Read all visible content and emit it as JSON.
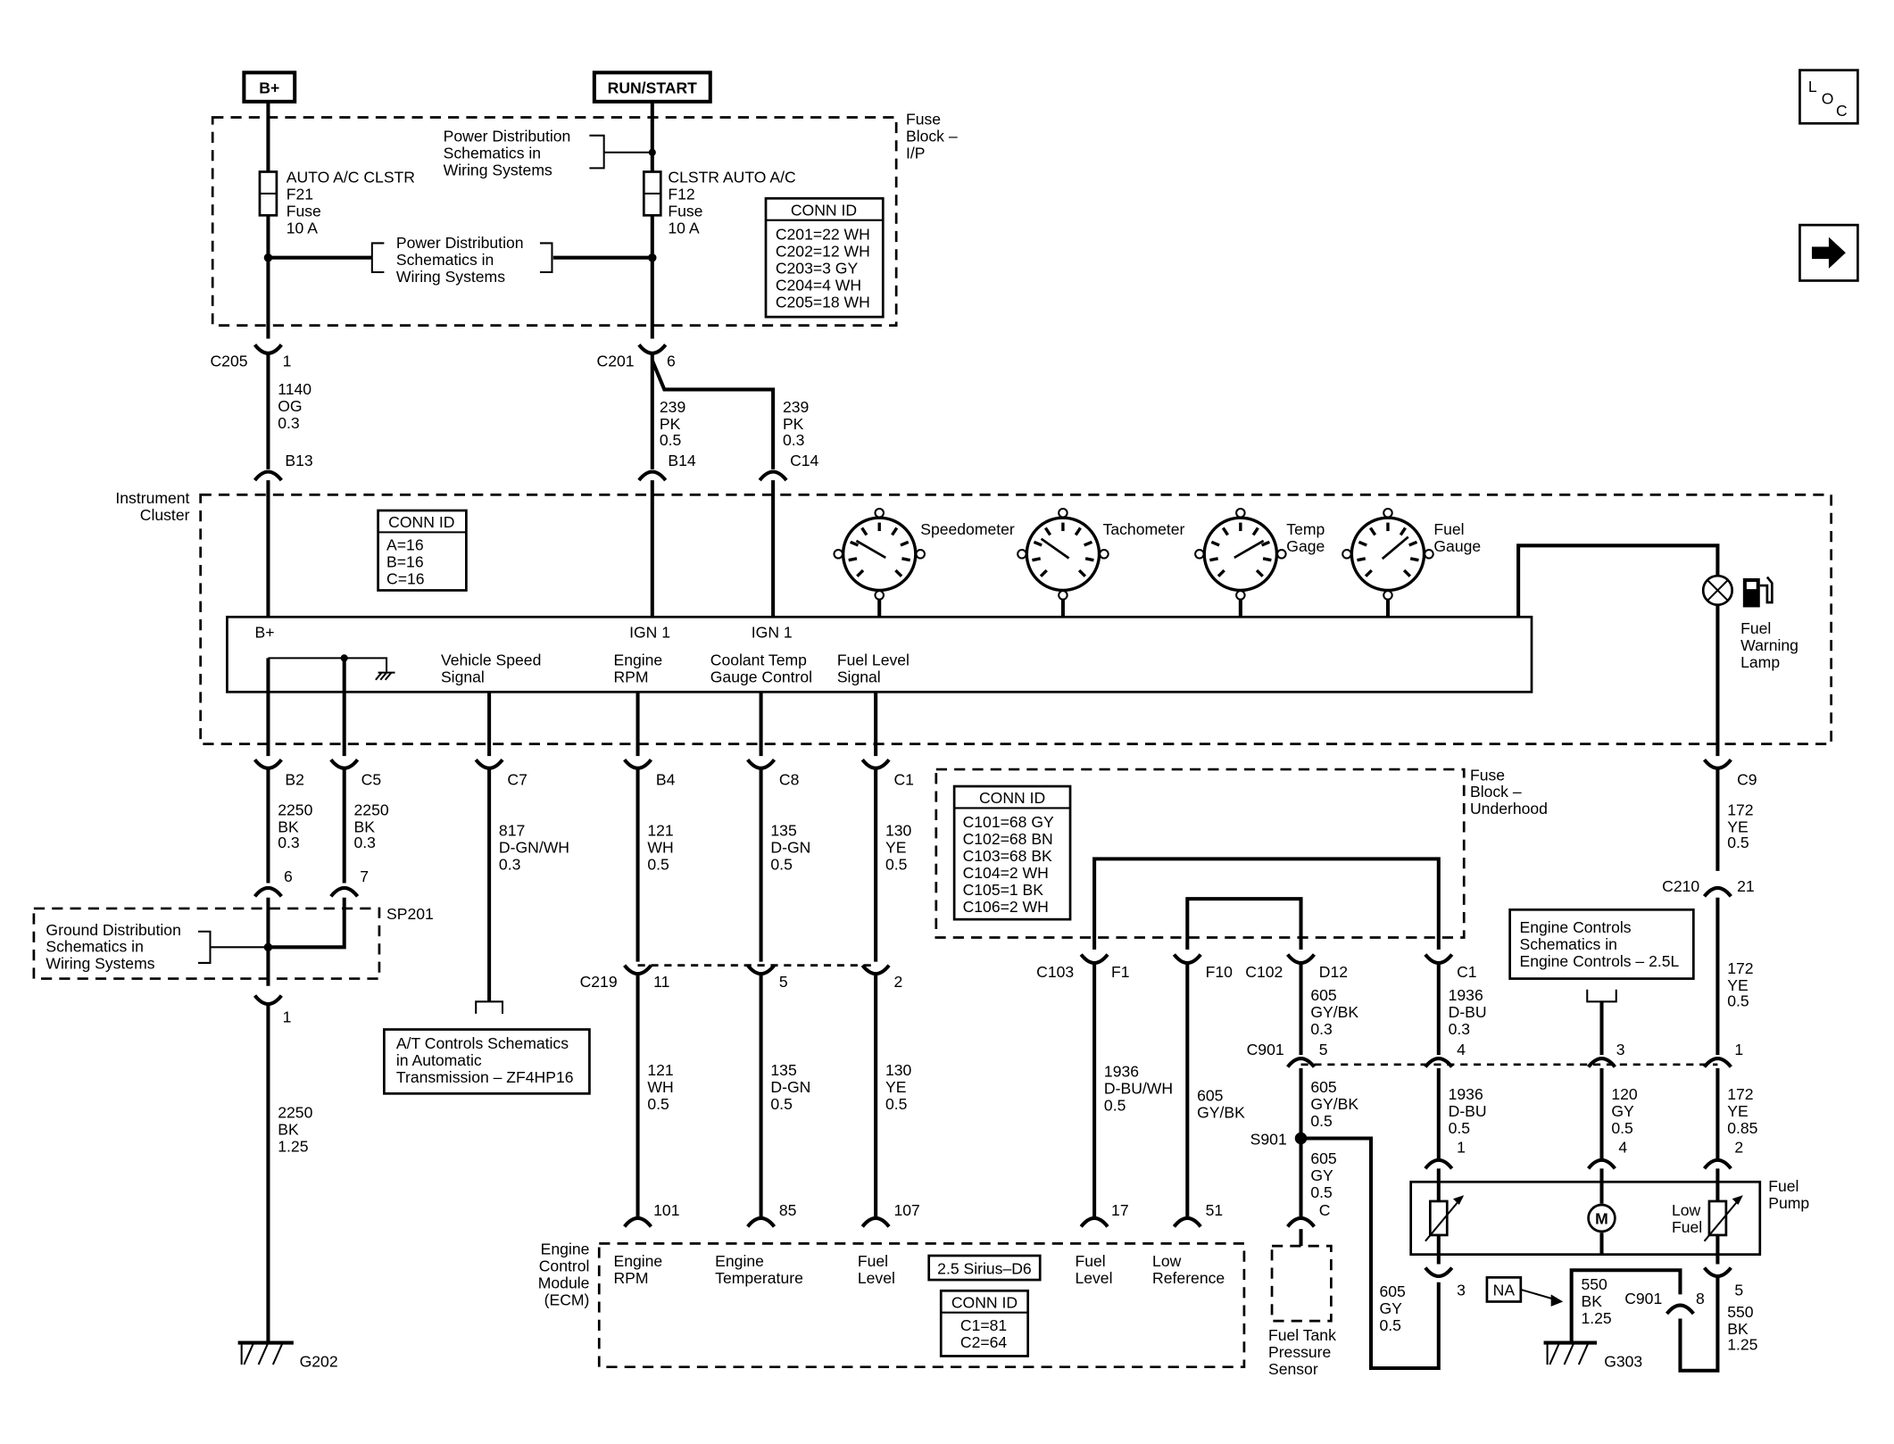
{
  "nav": {
    "loc_label_l": "L",
    "loc_label_o": "O",
    "loc_label_c": "C"
  },
  "power": {
    "bplus": "B+",
    "run_start": "RUN/START",
    "fuse_block_ip": [
      "Fuse",
      "Block –",
      "I/P"
    ],
    "pd_schem_top": [
      "Power Distribution",
      "Schematics in",
      "Wiring Systems"
    ],
    "pd_schem_mid": [
      "Power Distribution",
      "Schematics in",
      "Wiring Systems"
    ],
    "fuse_left": [
      "AUTO A/C CLSTR",
      "F21",
      "Fuse",
      "10 A"
    ],
    "fuse_right": [
      "CLSTR AUTO A/C",
      "F12",
      "Fuse",
      "10 A"
    ],
    "conn_id_title": "CONN ID",
    "conn_id_ip": [
      "C201=22 WH",
      "C202=12 WH",
      "C203=3 GY",
      "C204=4 WH",
      "C205=18 WH"
    ]
  },
  "wires_top": {
    "c205": "C205",
    "c205_pin": "1",
    "c201": "C201",
    "c201_pin": "6",
    "w1": [
      "1140",
      "OG",
      "0.3"
    ],
    "w2": [
      "239",
      "PK",
      "0.5"
    ],
    "w3": [
      "239",
      "PK",
      "0.3"
    ],
    "b13": "B13",
    "b14": "B14",
    "c14": "C14"
  },
  "cluster": {
    "label": [
      "Instrument",
      "Cluster"
    ],
    "conn_id_title": "CONN ID",
    "conn_id": [
      "A=16",
      "B=16",
      "C=16"
    ],
    "speedometer": "Speedometer",
    "tachometer": "Tachometer",
    "temp_gage": [
      "Temp",
      "Gage"
    ],
    "fuel_gauge": [
      "Fuel",
      "Gauge"
    ],
    "fuel_warning": [
      "Fuel",
      "Warning",
      "Lamp"
    ],
    "bplus": "B+",
    "ign1a": "IGN 1",
    "ign1b": "IGN 1",
    "vss": [
      "Vehicle Speed",
      "Signal"
    ],
    "rpm": [
      "Engine",
      "RPM"
    ],
    "coolant": [
      "Coolant Temp",
      "Gauge Control"
    ],
    "fuel_level": [
      "Fuel Level",
      "Signal"
    ]
  },
  "lower": {
    "b2": "B2",
    "c5": "C5",
    "c7": "C7",
    "b4": "B4",
    "c8": "C8",
    "c1": "C1",
    "c9": "C9",
    "w_b2": [
      "2250",
      "BK",
      "0.3"
    ],
    "w_c5": [
      "2250",
      "BK",
      "0.3"
    ],
    "w_c7": [
      "817",
      "D-GN/WH",
      "0.3"
    ],
    "w_b4": [
      "121",
      "WH",
      "0.5"
    ],
    "w_c8": [
      "135",
      "D-GN",
      "0.5"
    ],
    "w_c1": [
      "130",
      "YE",
      "0.5"
    ],
    "w_c9": [
      "172",
      "YE",
      "0.5"
    ],
    "sp201_pin6": "6",
    "sp201_pin7": "7",
    "sp201": "SP201",
    "ground_dist": [
      "Ground Distribution",
      "Schematics in",
      "Wiring Systems"
    ],
    "sp_out_pin": "1",
    "w_ground": [
      "2250",
      "BK",
      "1.25"
    ],
    "g202": "G202",
    "at_controls": [
      "A/T Controls Schematics",
      "in Automatic",
      "Transmission – ZF4HP16"
    ],
    "c219": "C219",
    "c219_11": "11",
    "c219_5": "5",
    "c219_2": "2",
    "w_b4b": [
      "121",
      "WH",
      "0.5"
    ],
    "w_c8b": [
      "135",
      "D-GN",
      "0.5"
    ],
    "w_c1b": [
      "130",
      "YE",
      "0.5"
    ]
  },
  "underhood": {
    "label": [
      "Fuse",
      "Block –",
      "Underhood"
    ],
    "conn_id_title": "CONN ID",
    "conn_id": [
      "C101=68 GY",
      "C102=68 BN",
      "C103=68 BK",
      "C104=2 WH",
      "C105=1 BK",
      "C106=2 WH"
    ],
    "c103": "C103",
    "f1": "F1",
    "f10": "F10",
    "c102": "C102",
    "d12": "D12",
    "c1": "C1",
    "w_f1": [
      "1936",
      "D-BU/WH",
      "0.5"
    ],
    "w_f10": [
      "605",
      "GY/BK"
    ],
    "w_d12": [
      "605",
      "GY/BK",
      "0.3"
    ],
    "w_c1": [
      "1936",
      "D-BU",
      "0.3"
    ],
    "c901": "C901",
    "c901_5": "5",
    "c901_4": "4",
    "c901_3": "3",
    "c901_1": "1",
    "w_605b": [
      "605",
      "GY/BK",
      "0.5"
    ],
    "s901": "S901",
    "w_605c": [
      "605",
      "GY",
      "0.5"
    ],
    "w_605d": [
      "605",
      "GY",
      "0.5"
    ],
    "w_1936b": [
      "1936",
      "D-BU",
      "0.5"
    ],
    "w_120": [
      "120",
      "GY",
      "0.5"
    ],
    "w_172b": [
      "172",
      "YE",
      "0.5"
    ],
    "w_172c": [
      "172",
      "YE",
      "0.85"
    ],
    "c210": "C210",
    "c210_21": "21",
    "engine_controls": [
      "Engine Controls",
      "Schematics in",
      "Engine Controls – 2.5L"
    ]
  },
  "ecm": {
    "label": [
      "Engine",
      "Control",
      "Module",
      "(ECM)"
    ],
    "pin101": "101",
    "pin85": "85",
    "pin107": "107",
    "pin17": "17",
    "pin51": "51",
    "rpm": [
      "Engine",
      "RPM"
    ],
    "temp": [
      "Engine",
      "Temperature"
    ],
    "fuel": [
      "Fuel",
      "Level"
    ],
    "fuel2": [
      "Fuel",
      "Level"
    ],
    "lowref": [
      "Low",
      "Reference"
    ],
    "variant": "2.5 Sirius–D6",
    "conn_id_title": "CONN ID",
    "conn_id": [
      "C1=81",
      "C2=64"
    ]
  },
  "pump": {
    "label": [
      "Fuel",
      "Pump"
    ],
    "low_fuel": [
      "Low",
      "Fuel"
    ],
    "pin1": "1",
    "pin4": "4",
    "pin2": "2",
    "pin3": "3",
    "pin5": "5",
    "sensor_pin": "C",
    "sensor": [
      "Fuel Tank",
      "Pressure",
      "Sensor"
    ],
    "na": "NA",
    "w_550a": [
      "550",
      "BK",
      "1.25"
    ],
    "c901": "C901",
    "c901_8": "8",
    "w_550b": [
      "550",
      "BK",
      "1.25"
    ],
    "g303": "G303"
  }
}
